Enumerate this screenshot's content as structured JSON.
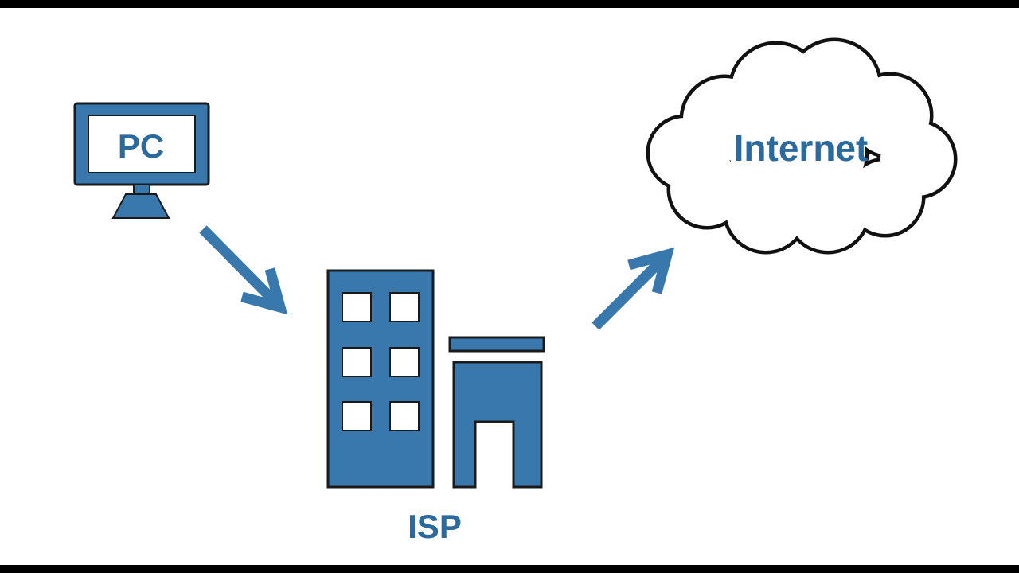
{
  "frame": {
    "letterbox_color": "#000000",
    "background_color": "#ffffff"
  },
  "colors": {
    "shape_blue": "#3878ad",
    "label_blue": "#2b6a9e",
    "outline_dark": "#1a1a1a",
    "cloud_outline": "#111111",
    "white": "#ffffff"
  },
  "diagram": {
    "nodes": {
      "pc": {
        "label": "PC",
        "icon": "pc-monitor-icon"
      },
      "isp": {
        "label": "ISP",
        "icon": "isp-building-icon"
      },
      "internet": {
        "label": "Internet",
        "icon": "internet-cloud-icon"
      }
    },
    "connections": [
      {
        "from": "pc",
        "to": "isp",
        "icon": "arrow-down-right-icon"
      },
      {
        "from": "isp",
        "to": "internet",
        "icon": "arrow-up-right-icon"
      }
    ]
  }
}
